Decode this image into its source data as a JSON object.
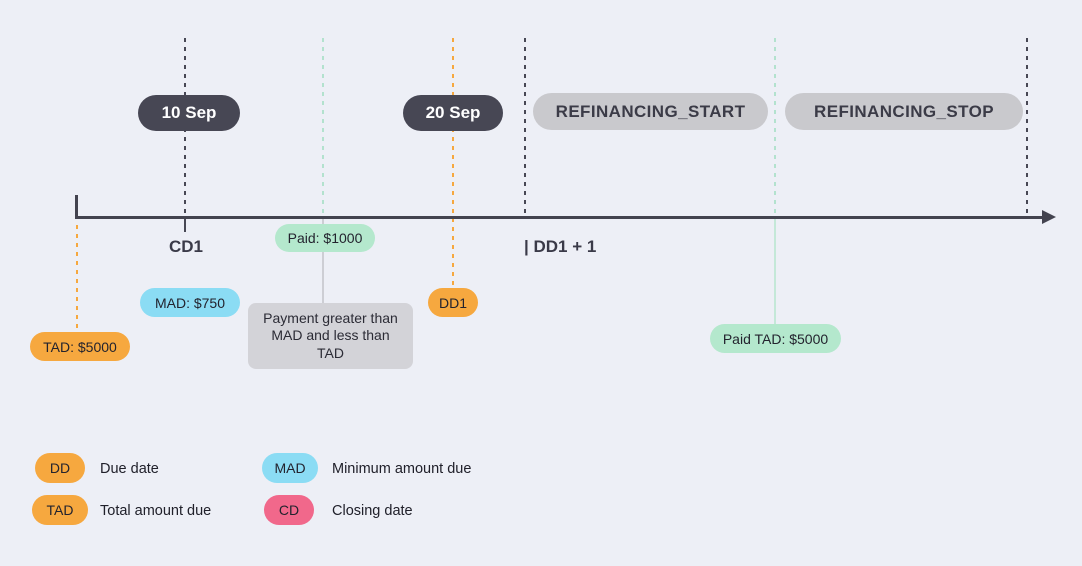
{
  "colors": {
    "background": "#edeff6",
    "dark_pill": "#474754",
    "gray_pill": "#c9c9cd",
    "orange": "#f6a83f",
    "blue": "#8bdcf4",
    "green": "#b4e8cd",
    "pink": "#f1688b",
    "axis": "#43434f"
  },
  "timeline": {
    "top_markers": [
      {
        "label": "10 Sep",
        "style": "dark"
      },
      {
        "label": "20 Sep",
        "style": "dark"
      },
      {
        "label": "REFINANCING_START",
        "style": "gray"
      },
      {
        "label": "REFINANCING_STOP",
        "style": "gray"
      }
    ],
    "axis_labels": {
      "cd1": "CD1",
      "dd1_plus_1": "| DD1 + 1"
    },
    "tags": {
      "mad": "MAD: $750",
      "paid": "Paid: $1000",
      "dd1": "DD1",
      "tad": "TAD: $5000",
      "paid_tad": "Paid TAD: $5000"
    },
    "note": "Payment greater than MAD and less than TAD"
  },
  "legend": {
    "items": [
      {
        "badge": "DD",
        "label": "Due date"
      },
      {
        "badge": "TAD",
        "label": "Total amount due"
      },
      {
        "badge": "MAD",
        "label": "Minimum amount due"
      },
      {
        "badge": "CD",
        "label": "Closing date"
      }
    ]
  }
}
